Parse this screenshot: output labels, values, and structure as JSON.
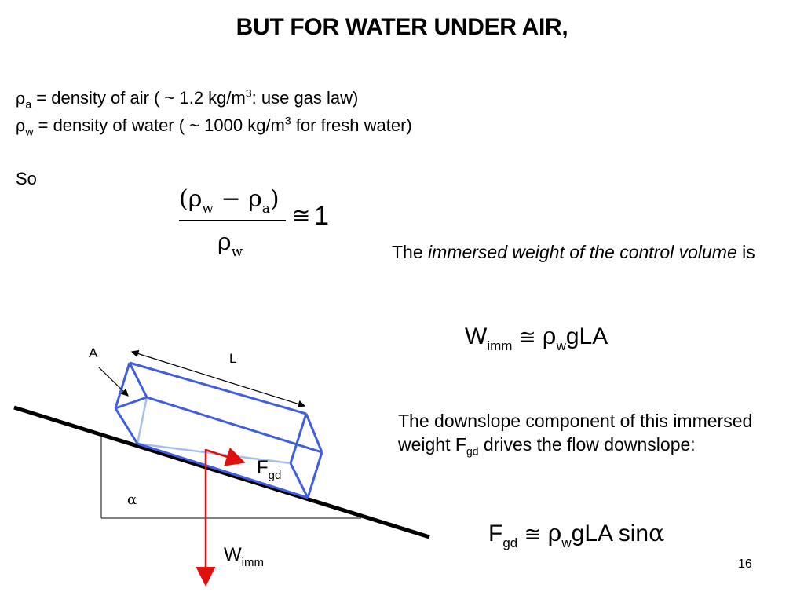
{
  "title": "BUT FOR WATER UNDER AIR,",
  "definitions": {
    "rho_symbol": "ρ",
    "air": {
      "subscript": "a",
      "lead": " = ",
      "text": "density of air ( ~ 1.2 kg/m",
      "exp": "3",
      "tail": ": use gas law)"
    },
    "water": {
      "subscript": "w",
      "lead": " = ",
      "text": "density of water ( ~ 1000 kg/m",
      "exp": "3",
      "tail": " for fresh water)"
    }
  },
  "so_label": "So",
  "ratio": {
    "numerator_open": "(ρ",
    "sub_w": "w",
    "minus": " − ρ",
    "sub_a": "a",
    "numerator_close": ")",
    "denominator": "ρ",
    "denominator_sub": "w",
    "approx": "≅",
    "result": "1"
  },
  "immersed_text": {
    "prefix": "The ",
    "italic": "immersed weight of the control volume",
    "suffix": " is"
  },
  "w_imm_eq": {
    "lhs": "W",
    "lhs_sub": "imm",
    "approx": "≅",
    "rho": "ρ",
    "rho_sub": "w",
    "rest": "gLA"
  },
  "downslope_text": {
    "part1": "The downslope component of this immersed weight F",
    "sub": "gd",
    "part2": " drives the flow downslope:"
  },
  "f_gd_eq": {
    "lhs": "F",
    "lhs_sub": "gd",
    "approx": "≅",
    "rho": "ρ",
    "rho_sub": "w",
    "rest": "gLA sin",
    "alpha": "α"
  },
  "diagram": {
    "label_A": "A",
    "label_L": "L",
    "label_alpha": "α",
    "label_F": "F",
    "label_F_sub": "gd",
    "label_W": "W",
    "label_W_sub": "imm",
    "colors": {
      "box": "#3f5fe0",
      "arrow": "#e01010",
      "ground": "#000000"
    }
  },
  "page_number": "16"
}
